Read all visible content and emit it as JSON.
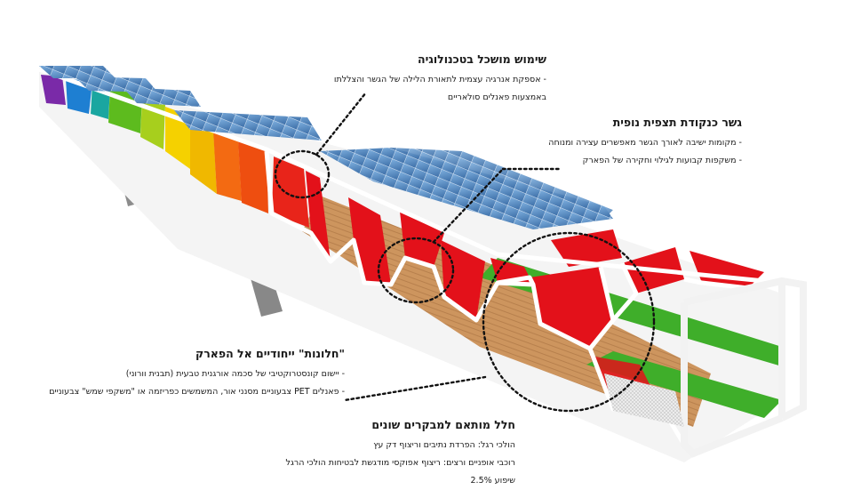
{
  "annotations": {
    "tech": {
      "title": "שימוש מושכל בטכנולוגיה",
      "lines": [
        "- אספקת אנרגיה עצמית לתאורת הלילה של הגשר והצללתו",
        "באמצעות פאנלים סולאריים"
      ]
    },
    "viewpoint": {
      "title": "גשר כנקודת תצפית נופית",
      "lines": [
        "- מקומות ישיבה לאורך הגשר מאפשרים עצירה ומנוחה",
        "- משקפות קבועות לגילוי וחקירה של הפארק"
      ]
    },
    "windows": {
      "title": "\"חלונות\" ייחודיים אל הפארק",
      "lines": [
        "- יישום קונסטרוקטיבי של סכמה אורגנית טבעית (תבנית וורוני)",
        "- פאנלים PET צבעוניים מסנני אור, המשמשים כפריזמה או \"משקפי שמש\" צבעוניים"
      ]
    },
    "space": {
      "title": "חלל מותאם למבקרים שונים",
      "lines": [
        "הולכי רגל: הפרדת נתיבים וריצוף דק עץ",
        "רוכבי אופניים ורצים: ריצוף אפוקסי מודגשת לבטיחות הולכי הרגל",
        "שיפוע 2.5%"
      ]
    }
  },
  "colors": {
    "frame": "#f2f2f2",
    "solar": "#5b8fc7",
    "red": "#e3111a",
    "orange": "#f36a12",
    "yellow": "#f5d100",
    "green": "#5dbb1e",
    "blue": "#1e7fd2",
    "purple": "#7a2aa8",
    "wood": "#c9894c",
    "bike_lane": "#3fae2a",
    "pier": "#8c8c8c",
    "callout_line": "#111111"
  }
}
